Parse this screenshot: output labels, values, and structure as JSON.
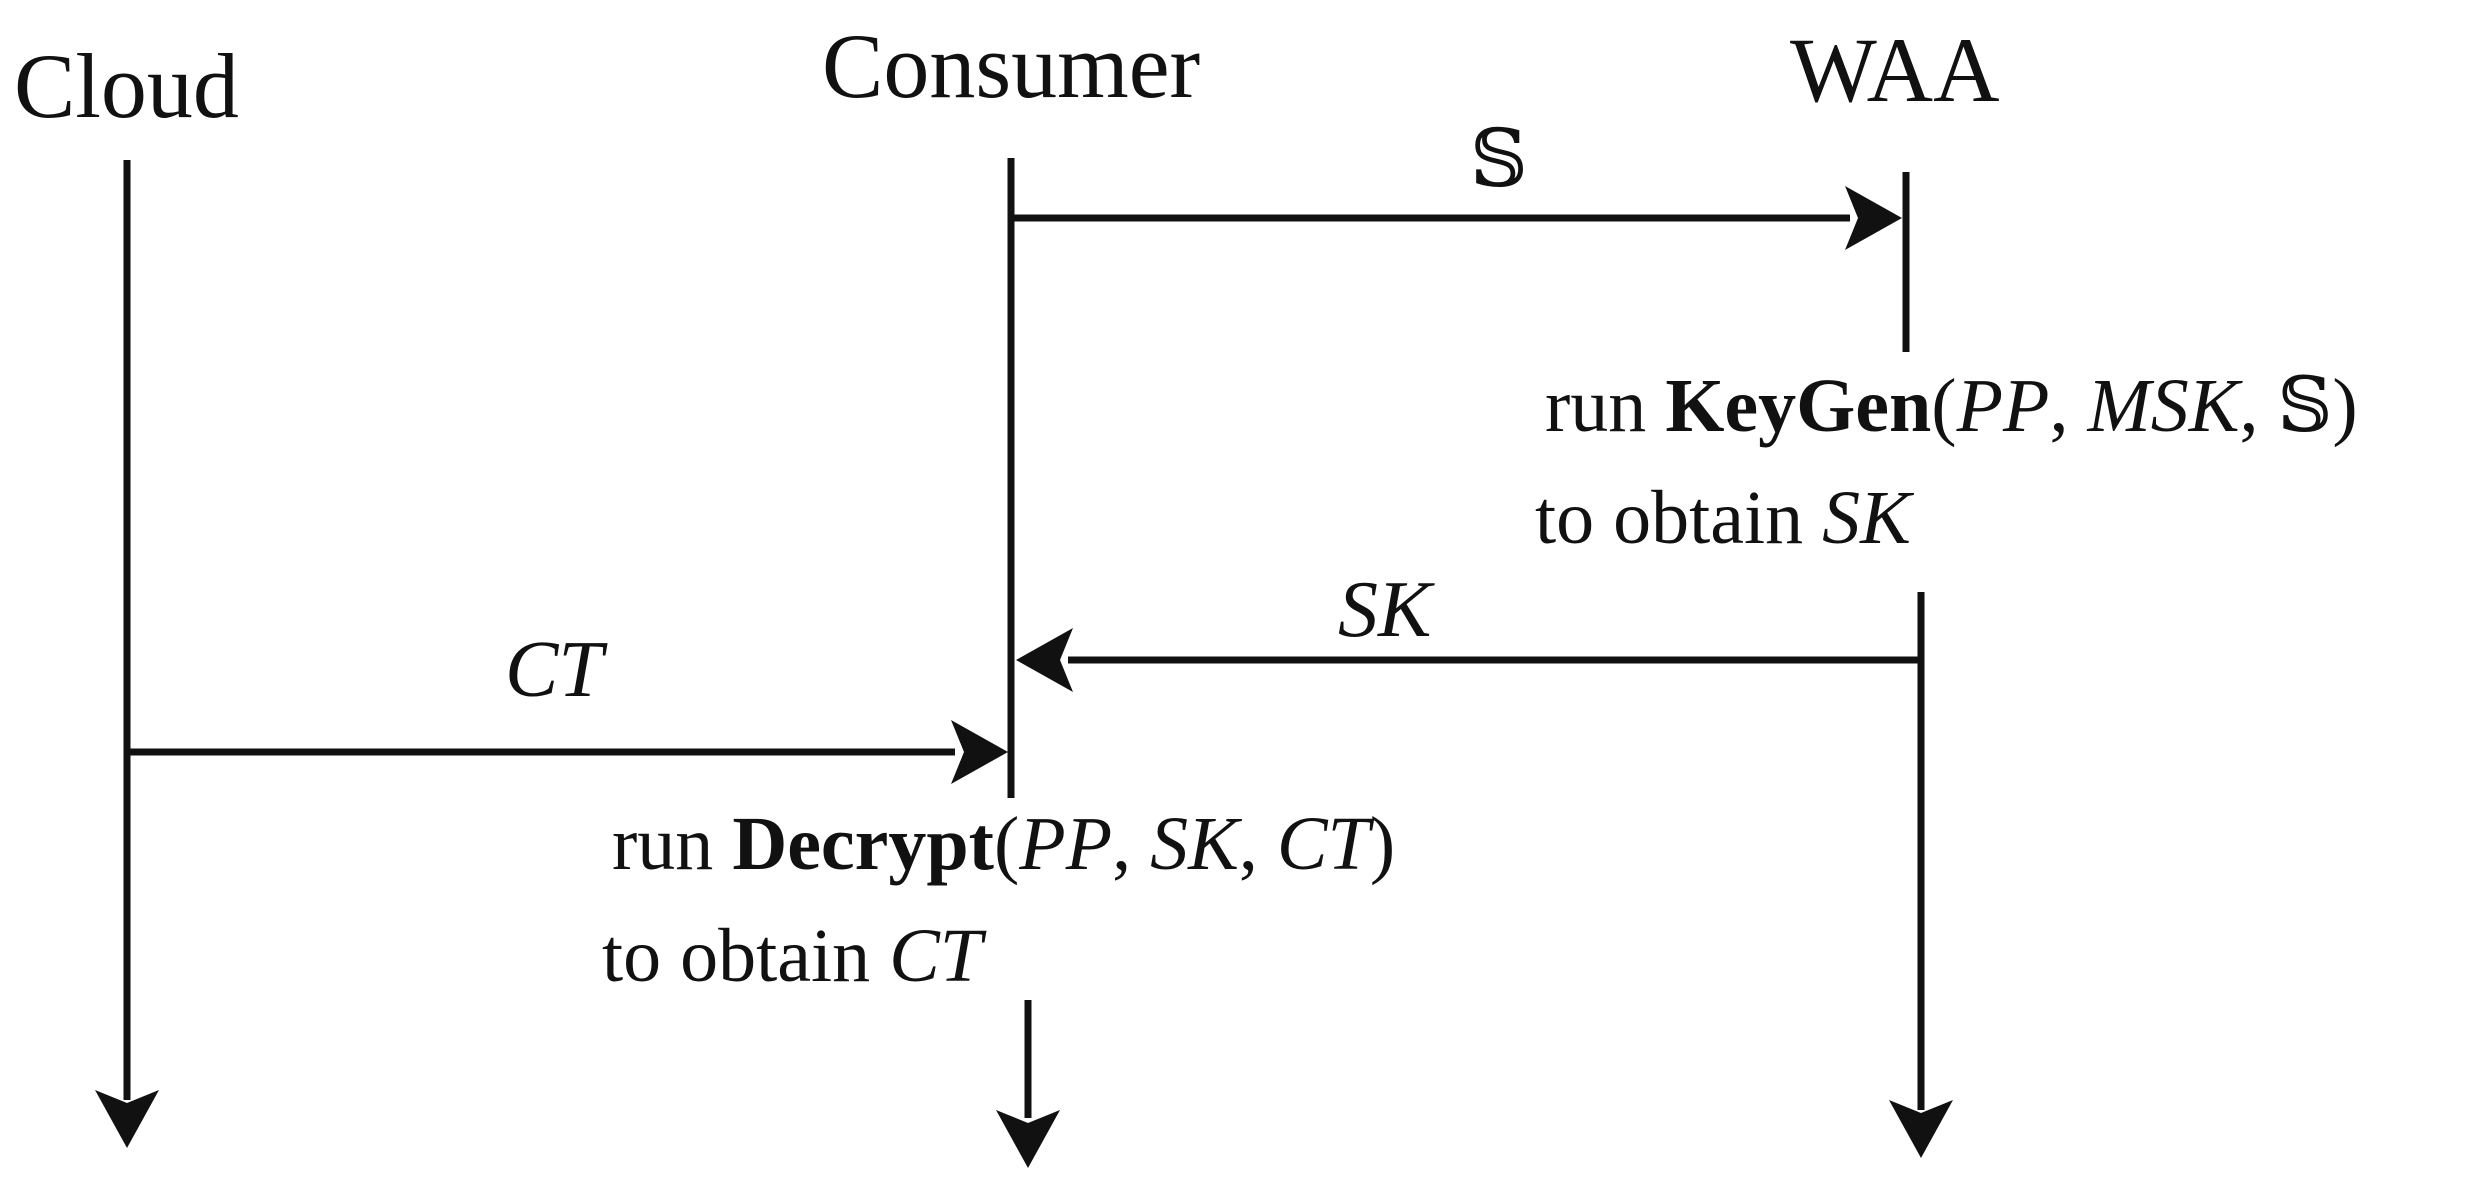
{
  "actors": {
    "cloud": "Cloud",
    "consumer": "Consumer",
    "waa": "WAA"
  },
  "messages": {
    "consumer_to_waa": "𝕊",
    "waa_to_consumer": "SK",
    "cloud_to_consumer": "CT"
  },
  "notes": {
    "keygen": {
      "run": "run",
      "func": "KeyGen",
      "open": "(",
      "arg1": "PP",
      "sep1": ", ",
      "arg2": "MSK",
      "sep2": ", ",
      "arg3": "𝕊",
      "close": ")",
      "obtain": "to obtain",
      "result": "SK"
    },
    "decrypt": {
      "run": "run",
      "func": "Decrypt",
      "open": "(",
      "arg1": "PP",
      "sep1": ", ",
      "arg2": "SK",
      "sep2": ", ",
      "arg3": "CT",
      "close": ")",
      "obtain": "to obtain",
      "result": "CT"
    }
  },
  "colors": {
    "line": "#111111",
    "background": "#ffffff"
  }
}
